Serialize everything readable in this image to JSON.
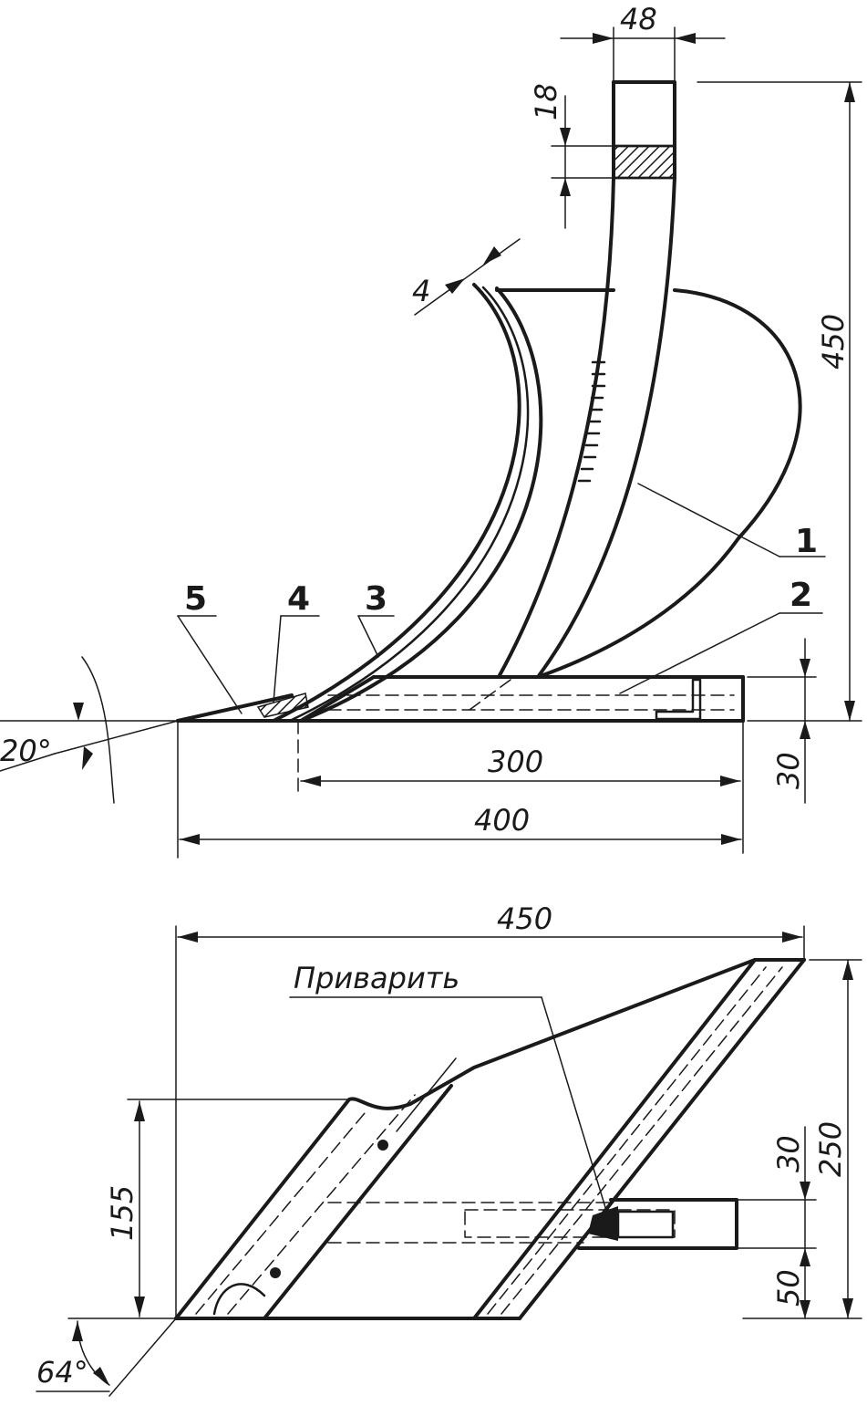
{
  "side_view": {
    "dims": {
      "width_top": "48",
      "slot": "18",
      "thickness": "4",
      "height": "450",
      "base_height": "30",
      "length_inner": "300",
      "length_total": "400",
      "angle": "20°"
    },
    "labels": {
      "part1": "1",
      "part2": "2",
      "part3": "3",
      "part4": "4",
      "part5": "5"
    }
  },
  "plan_view": {
    "dims": {
      "width": "450",
      "depth": "250",
      "offset": "155",
      "bar_width": "30",
      "bar_offset": "50",
      "angle": "64°"
    },
    "note": "Приварить"
  }
}
